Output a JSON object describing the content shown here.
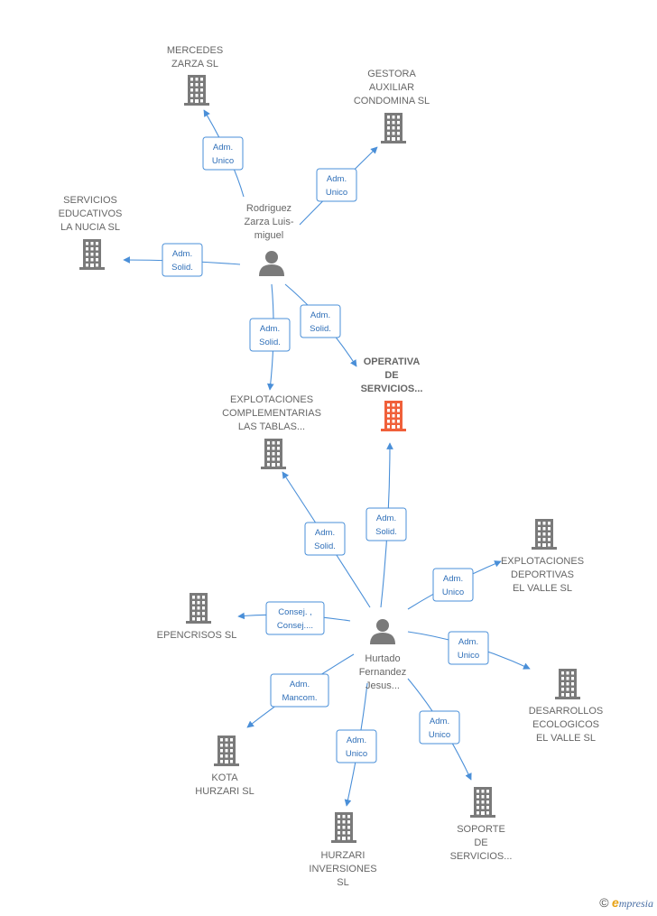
{
  "colors": {
    "building": "#7a7a7a",
    "building_highlight": "#f0603a",
    "person": "#7a7a7a",
    "edge": "#4a8fd8",
    "edge_text": "#2f6fb8",
    "label": "#666666"
  },
  "people": [
    {
      "id": "p1",
      "lines": [
        "Rodriguez",
        "Zarza Luis-",
        "miguel"
      ]
    },
    {
      "id": "p2",
      "lines": [
        "Hurtado",
        "Fernandez",
        "Jesus..."
      ]
    }
  ],
  "companies": [
    {
      "id": "c_mercedes",
      "lines": [
        "MERCEDES",
        "ZARZA SL"
      ],
      "highlight": false
    },
    {
      "id": "c_gestora",
      "lines": [
        "GESTORA",
        "AUXILIAR",
        "CONDOMINA SL"
      ],
      "highlight": false
    },
    {
      "id": "c_servicios_edu",
      "lines": [
        "SERVICIOS",
        "EDUCATIVOS",
        "LA NUCIA  SL"
      ],
      "highlight": false
    },
    {
      "id": "c_operativa",
      "lines": [
        "OPERATIVA",
        "DE",
        "SERVICIOS..."
      ],
      "highlight": true
    },
    {
      "id": "c_explot_comp",
      "lines": [
        "EXPLOTACIONES",
        "COMPLEMENTARIAS",
        "LAS TABLAS..."
      ],
      "highlight": false
    },
    {
      "id": "c_explot_dep",
      "lines": [
        "EXPLOTACIONES",
        "DEPORTIVAS",
        "EL VALLE SL"
      ],
      "highlight": false
    },
    {
      "id": "c_epencrisos",
      "lines": [
        "EPENCRISOS SL"
      ],
      "highlight": false
    },
    {
      "id": "c_desarrollos",
      "lines": [
        "DESARROLLOS",
        "ECOLOGICOS",
        "EL VALLE SL"
      ],
      "highlight": false
    },
    {
      "id": "c_kota",
      "lines": [
        "KOTA",
        "HURZARI  SL"
      ],
      "highlight": false
    },
    {
      "id": "c_hurzari_inv",
      "lines": [
        "HURZARI",
        "INVERSIONES",
        "SL"
      ],
      "highlight": false
    },
    {
      "id": "c_soporte",
      "lines": [
        "SOPORTE",
        "DE",
        "SERVICIOS..."
      ],
      "highlight": false
    }
  ],
  "edges": [
    {
      "id": "e1",
      "from": "p1",
      "to": "c_mercedes",
      "label": [
        "Adm.",
        "Unico"
      ]
    },
    {
      "id": "e2",
      "from": "p1",
      "to": "c_gestora",
      "label": [
        "Adm.",
        "Unico"
      ]
    },
    {
      "id": "e3",
      "from": "p1",
      "to": "c_servicios_edu",
      "label": [
        "Adm.",
        "Solid."
      ]
    },
    {
      "id": "e4",
      "from": "p1",
      "to": "c_explot_comp",
      "label": [
        "Adm.",
        "Solid."
      ]
    },
    {
      "id": "e5",
      "from": "p1",
      "to": "c_operativa",
      "label": [
        "Adm.",
        "Solid."
      ]
    },
    {
      "id": "e6",
      "from": "p2",
      "to": "c_explot_comp",
      "label": [
        "Adm.",
        "Solid."
      ]
    },
    {
      "id": "e7",
      "from": "p2",
      "to": "c_operativa",
      "label": [
        "Adm.",
        "Solid."
      ]
    },
    {
      "id": "e8",
      "from": "p2",
      "to": "c_explot_dep",
      "label": [
        "Adm.",
        "Unico"
      ]
    },
    {
      "id": "e9",
      "from": "p2",
      "to": "c_epencrisos",
      "label": [
        "Consej. ,",
        "Consej...."
      ]
    },
    {
      "id": "e10",
      "from": "p2",
      "to": "c_desarrollos",
      "label": [
        "Adm.",
        "Unico"
      ]
    },
    {
      "id": "e11",
      "from": "p2",
      "to": "c_kota",
      "label": [
        "Adm.",
        "Mancom."
      ]
    },
    {
      "id": "e12",
      "from": "p2",
      "to": "c_hurzari_inv",
      "label": [
        "Adm.",
        "Unico"
      ]
    },
    {
      "id": "e13",
      "from": "p2",
      "to": "c_soporte",
      "label": [
        "Adm.",
        "Unico"
      ]
    }
  ],
  "footer": {
    "copyright": "©",
    "brand_e": "e",
    "brand_rest": "mpresia"
  }
}
